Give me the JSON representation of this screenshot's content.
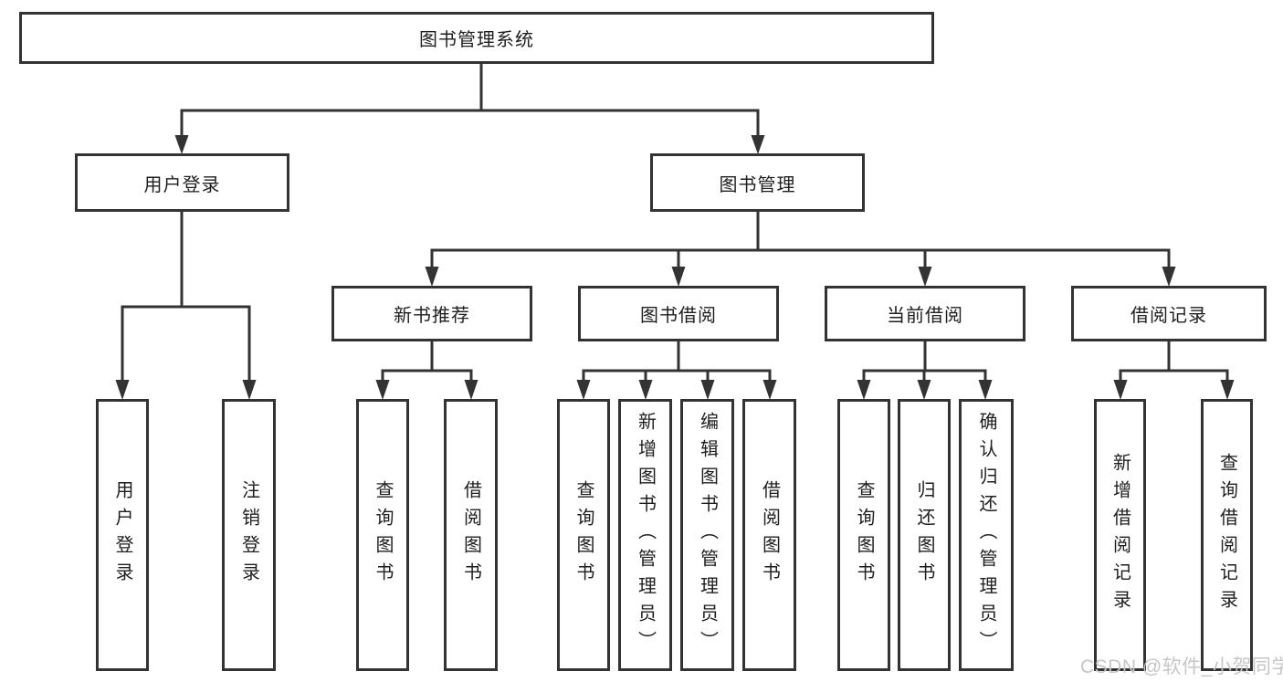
{
  "tree": {
    "root": {
      "label": "图书管理系统",
      "children": [
        {
          "label": "用户登录",
          "children": [
            {
              "label": "用户登录"
            },
            {
              "label": "注销登录"
            }
          ]
        },
        {
          "label": "图书管理",
          "children": [
            {
              "label": "新书推荐",
              "children": [
                {
                  "label": "查询图书"
                },
                {
                  "label": "借阅图书"
                }
              ]
            },
            {
              "label": "图书借阅",
              "children": [
                {
                  "label": "查询图书"
                },
                {
                  "label": "新增图书（管理员）"
                },
                {
                  "label": "编辑图书（管理员）"
                },
                {
                  "label": "借阅图书"
                }
              ]
            },
            {
              "label": "当前借阅",
              "children": [
                {
                  "label": "查询图书"
                },
                {
                  "label": "归还图书"
                },
                {
                  "label": "确认归还（管理员）"
                }
              ]
            },
            {
              "label": "借阅记录",
              "children": [
                {
                  "label": "新增借阅记录"
                },
                {
                  "label": "查询借阅记录"
                }
              ]
            }
          ]
        }
      ]
    }
  },
  "watermark": {
    "text": "CSDN @软件_小贺同学"
  },
  "colors": {
    "line": "#333333",
    "box_border": "#333333",
    "text": "#1e1e1e",
    "watermark": "#c6c6c6",
    "background": "#ffffff"
  }
}
